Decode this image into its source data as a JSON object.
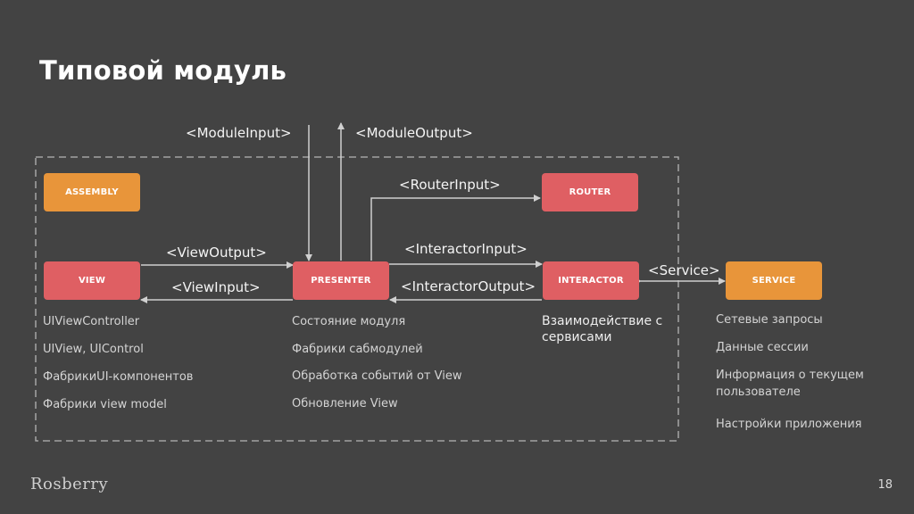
{
  "title": "Типовой модуль",
  "boxes": {
    "assembly": "ASSEMBLY",
    "router": "ROUTER",
    "view": "VIEW",
    "presenter": "PRESENTER",
    "interactor": "INTERACTOR",
    "service": "SERVICE"
  },
  "arrows": {
    "module_input": "<ModuleInput>",
    "module_output": "<ModuleOutput>",
    "router_input": "<RouterInput>",
    "view_output": "<ViewOutput>",
    "view_input": "<ViewInput>",
    "interactor_input": "<InteractorInput>",
    "interactor_output": "<InteractorOutput>",
    "service": "<Service>"
  },
  "notes": {
    "view": [
      "UIViewController",
      "UIView, UIControl",
      "ФабрикиUI-компонентов",
      "Фабрики view model"
    ],
    "presenter": [
      "Состояние модуля",
      "Фабрики сабмодулей",
      "Обработка событий от View",
      "Обновление View"
    ],
    "interactor": [
      "Взаимодействие с",
      "сервисами"
    ],
    "service": [
      "Сетевые запросы",
      "Данные сессии",
      "Информация о текущем",
      "пользователе",
      "Настройки приложения"
    ]
  },
  "footer": {
    "logo": "Rosberry",
    "page_number": "18"
  },
  "colors": {
    "background": "#434343",
    "orange": "#e8953a",
    "red": "#df5f63",
    "line": "#d0d0d0"
  }
}
